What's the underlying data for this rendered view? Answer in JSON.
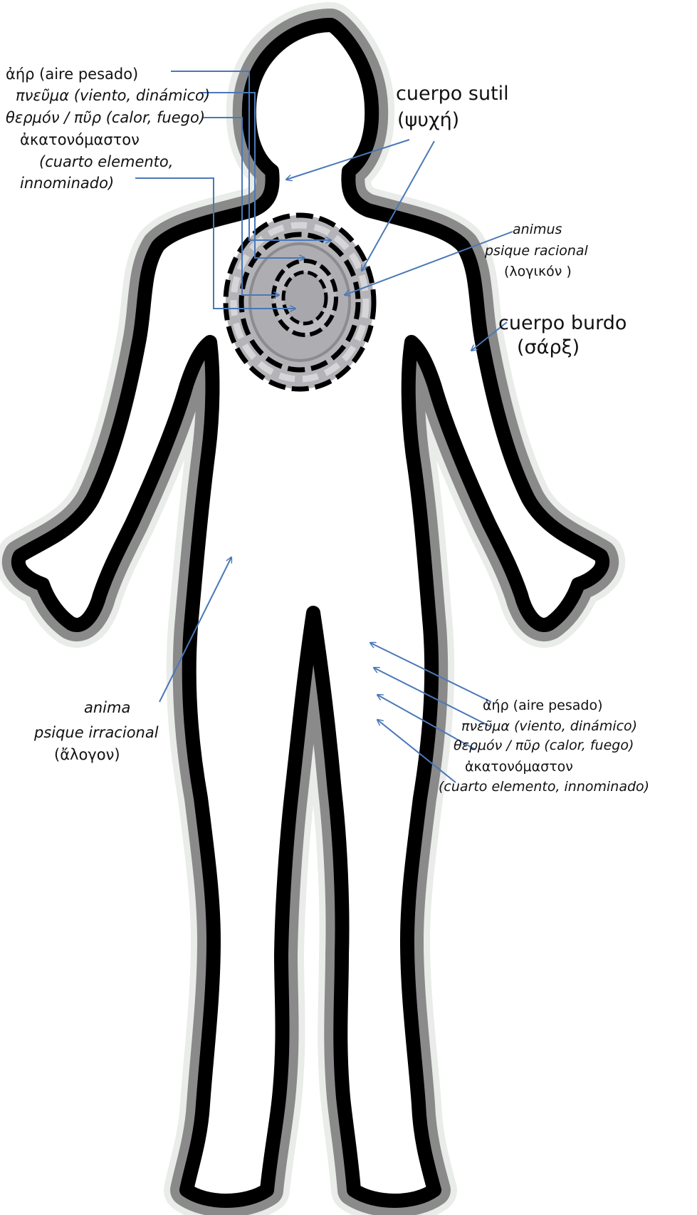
{
  "colors": {
    "outline_dark": "#000000",
    "outline_gray": "#8a8a8a",
    "halo": "#e9ece9",
    "body_fill": "#ffffff",
    "disc_fill": "#b4b4b8",
    "ring_gray": "#8c8c90",
    "dash_light": "#d6d6d8",
    "arrow": "#4a78b8"
  },
  "icons": [
    "arrowhead-icon"
  ],
  "labels": {
    "top_left": {
      "aer": "ἀήρ  (aire pesado)",
      "pneuma": "πνεῦμα (viento, dinámico)",
      "thermon": "θερμόν / πῦρ (calor, fuego)",
      "akatonomaston": "ἀκατονόμαστον",
      "cuarto_1": "(cuarto elemento,",
      "cuarto_2": "innominado)"
    },
    "cuerpo_sutil": {
      "line1": "cuerpo sutil",
      "line2": "(ψυχή)"
    },
    "animus": {
      "line1": "animus",
      "line2": "psique racional",
      "line3": "(λογικόν )"
    },
    "cuerpo_burdo": {
      "line1": "cuerpo burdo",
      "line2": "(σάρξ)"
    },
    "anima": {
      "line1": "anima",
      "line2": "psique irracional",
      "line3": "(ἄλογον)"
    },
    "bottom_right": {
      "aer": "ἀήρ  (aire pesado)",
      "pneuma": "πνεῦμα (viento, dinámico)",
      "thermon": "θερμόν / πῦρ (calor, fuego)",
      "akatonomaston": "ἀκατονόμαστον",
      "cuarto": "(cuarto elemento, innominado)"
    }
  }
}
